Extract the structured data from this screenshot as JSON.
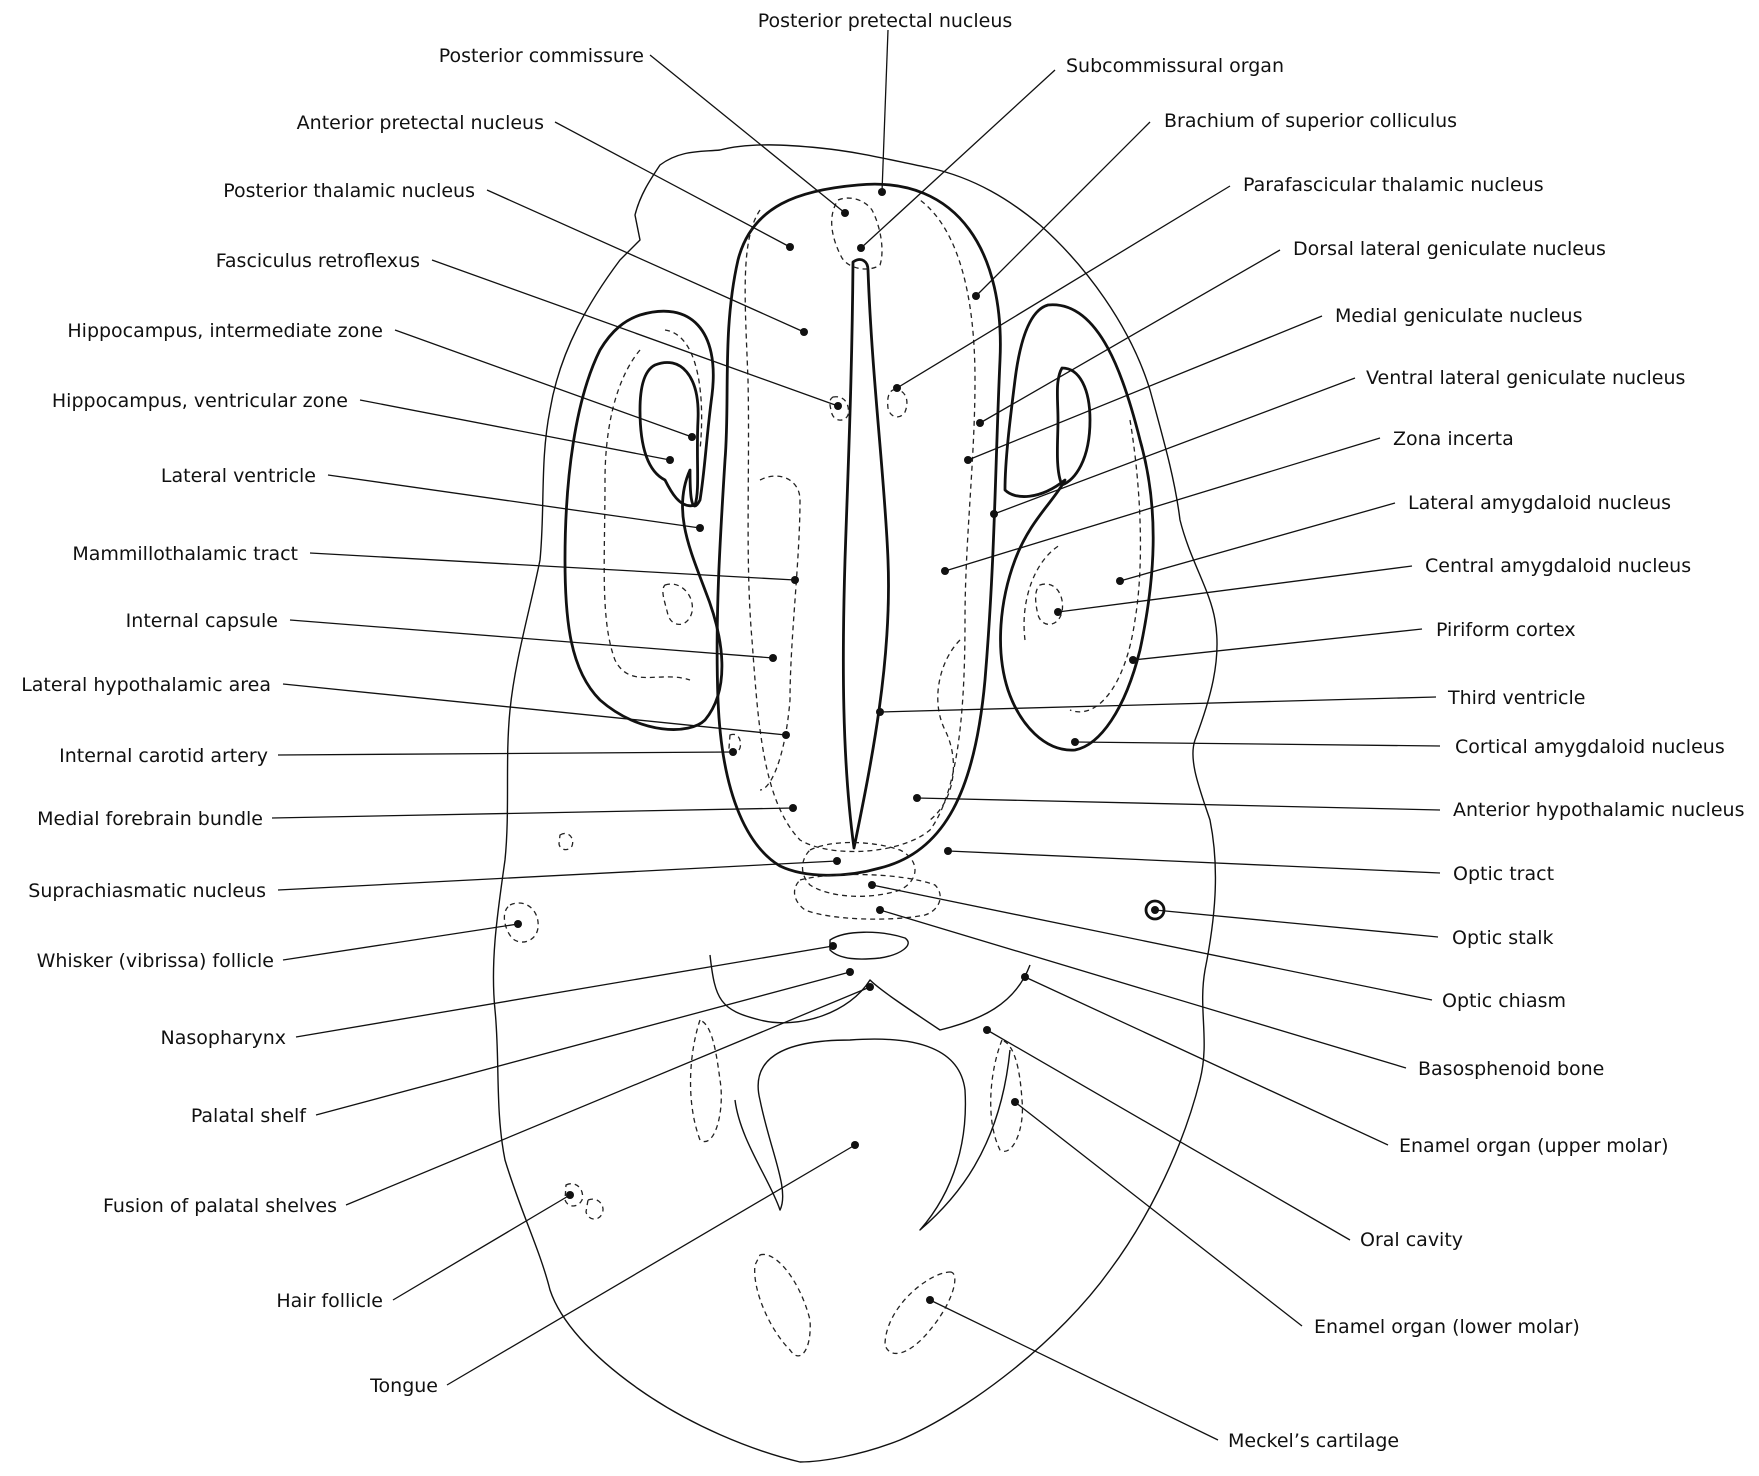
{
  "labels": {
    "left": [
      "Posterior commissure",
      "Anterior pretectal nucleus",
      "Posterior thalamic nucleus",
      "Fasciculus retroflexus",
      "Hippocampus, intermediate zone",
      "Hippocampus, ventricular zone",
      "Lateral ventricle",
      "Mammillothalamic tract",
      "Internal capsule",
      "Lateral hypothalamic area",
      "Internal carotid artery",
      "Medial forebrain bundle",
      "Suprachiasmatic nucleus",
      "Whisker (vibrissa) follicle",
      "Nasopharynx",
      "Palatal shelf",
      "Fusion of palatal shelves",
      "Hair follicle",
      "Tongue"
    ],
    "right": [
      "Posterior pretectal nucleus",
      "Subcommissural organ",
      "Brachium of superior colliculus",
      "Parafascicular thalamic nucleus",
      "Dorsal lateral geniculate nucleus",
      "Medial geniculate nucleus",
      "Ventral lateral geniculate nucleus",
      "Zona incerta",
      "Lateral amygdaloid nucleus",
      "Central amygdaloid nucleus",
      "Piriform cortex",
      "Third ventricle",
      "Cortical amygdaloid nucleus",
      "Anterior hypothalamic nucleus",
      "Optic tract",
      "Optic stalk",
      "Optic chiasm",
      "Basosphenoid bone",
      "Enamel organ (upper molar)",
      "Oral cavity",
      "Enamel organ (lower molar)",
      "Meckel’s cartilage"
    ]
  }
}
